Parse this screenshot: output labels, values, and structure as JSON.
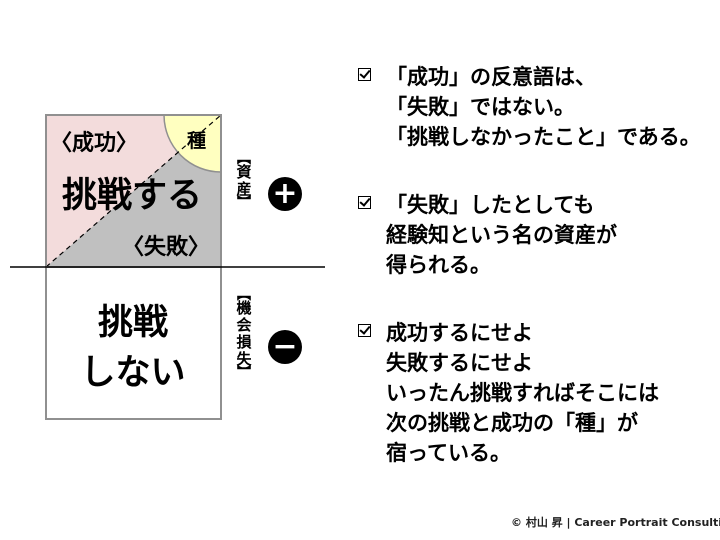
{
  "diagram": {
    "success_label": "〈成功〉",
    "seed_label": "種",
    "try_label": "挑戦する",
    "failure_label": "〈失敗〉",
    "no_try_line1": "挑戦",
    "no_try_line2": "しない",
    "asset_label": [
      "資",
      "産"
    ],
    "opportunity_loss_label": [
      "機",
      "会",
      "損",
      "失"
    ],
    "plus_symbol": "+",
    "minus_symbol": "−",
    "colors": {
      "success_fill": "#f3dcdc",
      "failure_fill": "#c0c0c0",
      "seed_fill": "#ffffc0",
      "box_border": "#909090"
    }
  },
  "points": [
    {
      "icon": "checkbox-icon",
      "lines": [
        "「成功」の反意語は、",
        "「失敗」ではない。",
        "「挑戦しなかったこと」である。"
      ]
    },
    {
      "icon": "checkbox-icon",
      "lines": [
        "「失敗」したとしても",
        "経験知という名の資産が",
        "得られる。"
      ]
    },
    {
      "icon": "checkbox-icon",
      "lines": [
        "成功するにせよ",
        "失敗するにせよ",
        "いったん挑戦すればそこには",
        "次の挑戦と成功の「種」が",
        "宿っている。"
      ]
    }
  ],
  "footer": {
    "copyright": "© 村山 昇 | Career Portrait Consulting"
  }
}
